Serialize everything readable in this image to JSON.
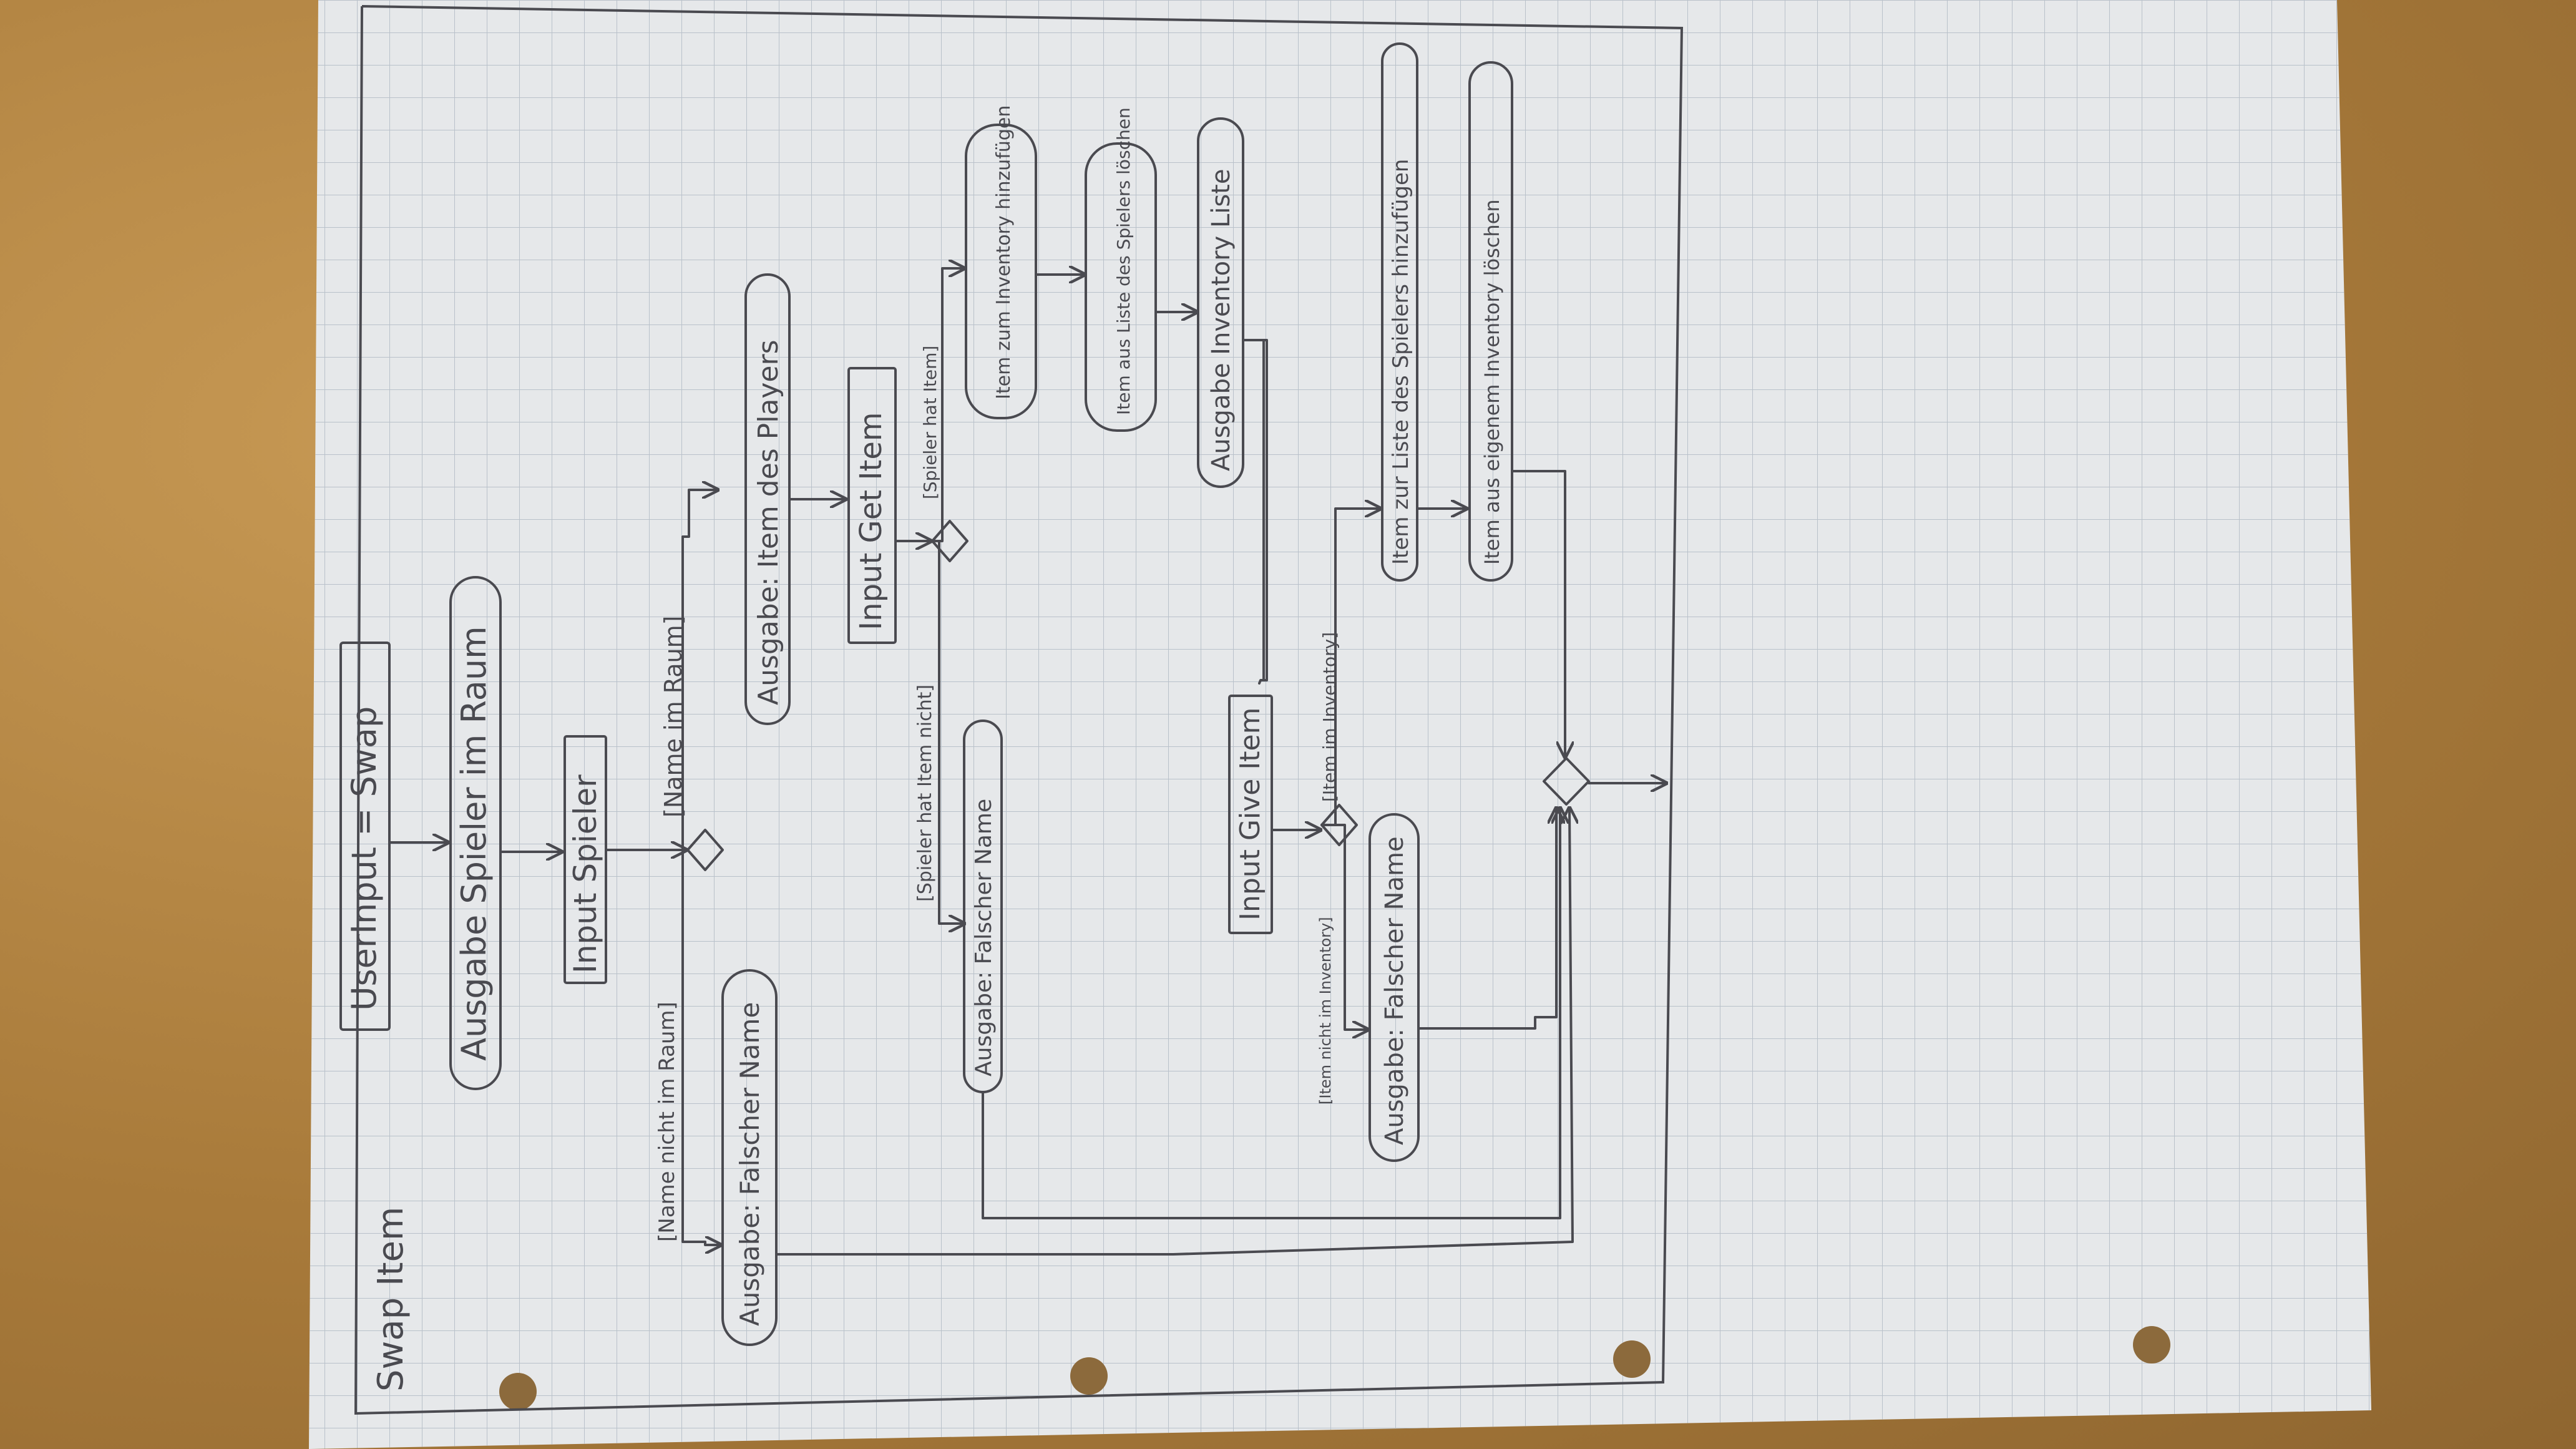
{
  "frame": {
    "title": "Swap Item"
  },
  "nodes": {
    "start": "UserInput = Swap",
    "ausgabe_spieler_im_raum": "Ausgabe Spieler im Raum",
    "input_spieler": "Input Spieler",
    "ausgabe_falscher_name_1": "Ausgabe: Falscher Name",
    "ausgabe_item_des_players": "Ausgabe: Item des Players",
    "input_get_item": "Input Get Item",
    "ausgabe_falscher_name_2": "Ausgabe: Falscher Name",
    "item_zum_inventory": "Item zum Inventory hinzufügen",
    "item_aus_liste": "Item aus Liste des Spielers löschen",
    "ausgabe_inventory_liste": "Ausgabe Inventory Liste",
    "input_give_item": "Input Give Item",
    "ausgabe_falscher_name_3": "Ausgabe: Falscher Name",
    "item_zur_liste": "Item zur Liste des Spielers hinzufügen",
    "item_aus_inventory": "Item aus eigenem Inventory löschen"
  },
  "guards": {
    "name_nicht_im_raum": "[Name nicht im Raum]",
    "name_im_raum": "[Name im Raum]",
    "spieler_hat_item": "[Spieler hat Item]",
    "spieler_hat_item_nicht": "[Spieler hat Item nicht]",
    "item_im_inventory": "[Item im Inventory]",
    "item_nicht_im_inventory": "[Item nicht im Inventory]"
  },
  "colors": {
    "paper": "#e6e8ea",
    "grid": "#b9c1ca",
    "ink": "#4a4a50",
    "desk": "#b98a46"
  }
}
